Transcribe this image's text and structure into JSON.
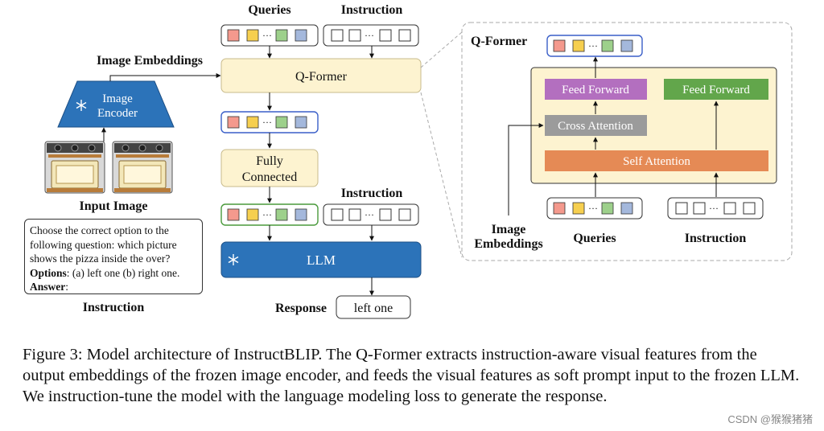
{
  "labels": {
    "queries_top": "Queries",
    "instruction_top": "Instruction",
    "image_embeddings_top": "Image Embeddings",
    "qformer": "Q-Former",
    "image_encoder_line1": "Image",
    "image_encoder_line2": "Encoder",
    "input_image": "Input Image",
    "fully_connected_line1": "Fully",
    "fully_connected_line2": "Connected",
    "instruction_mid": "Instruction",
    "llm": "LLM",
    "response": "Response",
    "response_value": "left one",
    "instruction_bottom": "Instruction",
    "token_dots": "···"
  },
  "instruction_text": {
    "question": "Choose the correct option to the following question: which picture shows the pizza inside the over?",
    "options_label": "Options",
    "options_text": ": (a) left one (b) right one.",
    "answer_label": "Answer",
    "answer_text": ":"
  },
  "detail": {
    "title": "Q-Former",
    "feed_forward_left": "Feed Forward",
    "feed_forward_right": "Feed Forward",
    "cross_attention": "Cross Attention",
    "self_attention": "Self Attention",
    "image_embeddings_line1": "Image",
    "image_embeddings_line2": "Embeddings",
    "queries": "Queries",
    "instruction": "Instruction"
  },
  "caption": "Figure 3: Model architecture of InstructBLIP. The Q-Former extracts instruction-aware visual features from the output embeddings of the frozen image encoder, and feeds the visual features as soft prompt input to the frozen LLM. We instruction-tune the model with the language modeling loss to generate the response.",
  "watermark": "CSDN @猴猴猪猪",
  "colors": {
    "query_tokens": [
      "#f4998d",
      "#f6cf4f",
      "#9dd08b",
      "#a4b8dc"
    ],
    "qformer_fill": "#fdf3d0",
    "image_encoder": "#2c73b9",
    "llm": "#2c73b9",
    "feed_forward_left": "#b36fbf",
    "feed_forward_right": "#62a64b",
    "cross_attention": "#9b9b9b",
    "self_attention": "#e58a55",
    "query_group_border": "#3a5fc8",
    "fc_group_border": "#4a9a3c"
  },
  "icons": [
    "snowflake-icon",
    "oven-icon"
  ]
}
